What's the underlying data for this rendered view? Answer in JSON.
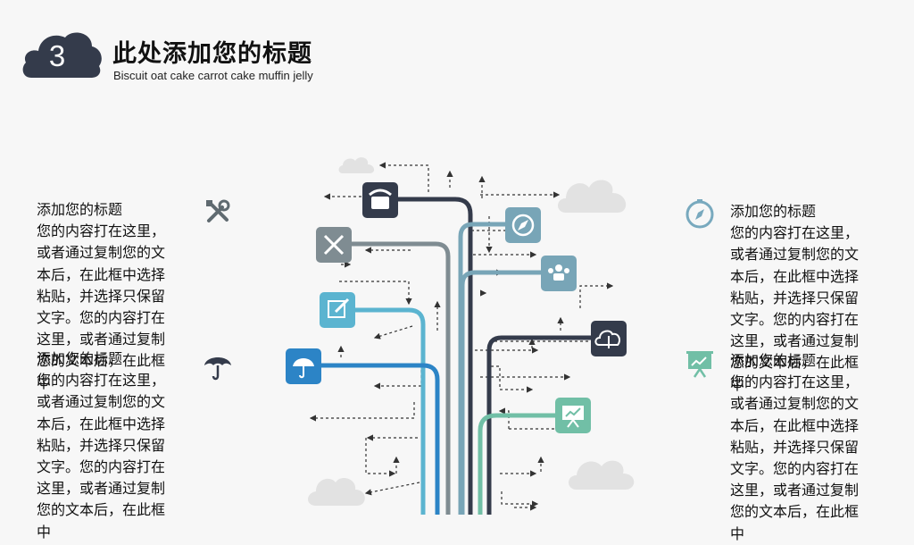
{
  "header": {
    "number": "3",
    "title": "此处添加您的标题",
    "subtitle": "Biscuit oat cake carrot cake muffin jelly"
  },
  "blocks": [
    {
      "heading": "添加您的标题",
      "body": "您的内容打在这里，或者通过复制您的文本后，在此框中选择粘贴，并选择只保留文字。您的内容打在这里，或者通过复制您的文本后，在此框中"
    },
    {
      "heading": "添加您的标题",
      "body": "您的内容打在这里，或者通过复制您的文本后，在此框中选择粘贴，并选择只保留文字。您的内容打在这里，或者通过复制您的文本后，在此框中"
    },
    {
      "heading": "添加您的标题",
      "body": "您的内容打在这里，或者通过复制您的文本后，在此框中选择粘贴，并选择只保留文字。您的内容打在这里，或者通过复制您的文本后，在此框中"
    },
    {
      "heading": "添加您的标题",
      "body": "您的内容打在这里，或者通过复制您的文本后，在此框中选择粘贴，并选择只保留文字。您的内容打在这里，或者通过复制您的文本后，在此框中"
    }
  ],
  "icons": {
    "tools": "tools-icon",
    "umbrella": "umbrella-icon",
    "compass": "compass-icon",
    "presentation": "presentation-board-icon",
    "phone": "telephone-icon",
    "edit": "edit-icon",
    "users": "users-icon",
    "download": "cloud-download-icon"
  },
  "colors": {
    "dark": "#343b4b",
    "gray": "#7f8c92",
    "lightblue": "#5bb4d0",
    "blue": "#2c84c6",
    "steel": "#78a5b7",
    "teal": "#71bfa6",
    "compass": "#78a9be",
    "cloud": "#e2e2e2"
  }
}
